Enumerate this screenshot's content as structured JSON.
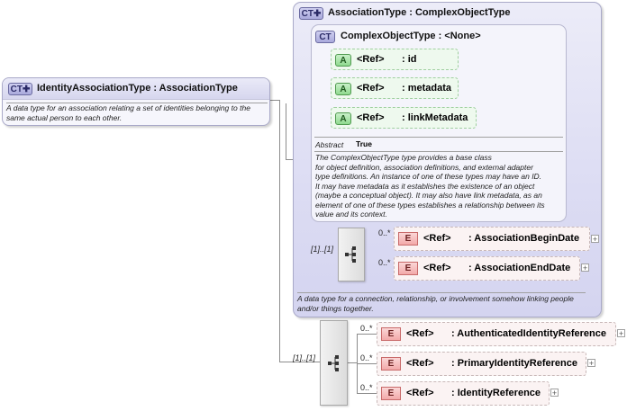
{
  "identity": {
    "badge": "CT",
    "title": "IdentityAssociationType : AssociationType",
    "doc": "A data type for an association relating a set of identities belonging to the same actual person to each other."
  },
  "association": {
    "badge": "CT",
    "title": "AssociationType : ComplexObjectType",
    "doc": "A data type for a connection, relationship, or involvement somehow linking people and/or things together."
  },
  "complex_object": {
    "badge": "CT",
    "title": "ComplexObjectType : <None>",
    "attributes": [
      {
        "badge": "A",
        "ref": "<Ref>",
        "name": ": id"
      },
      {
        "badge": "A",
        "ref": "<Ref>",
        "name": ": metadata"
      },
      {
        "badge": "A",
        "ref": "<Ref>",
        "name": ": linkMetadata"
      }
    ],
    "abstract_label": "Abstract",
    "abstract_value": "True",
    "doc_lines": [
      "The ComplexObjectType type provides a base class",
      "for object definition, association definitions, and external adapter",
      "type definitions. An instance of one of these types may have an ID.",
      "It may have metadata as it establishes the existence of an object",
      "(maybe a conceptual object). It may also have link metadata, as an",
      "element of one of these types establishes a relationship between its",
      "value and its context."
    ]
  },
  "assoc_sequence": {
    "multiplicity": "[1]..[1]",
    "elements": [
      {
        "badge": "E",
        "card": "0..*",
        "ref": "<Ref>",
        "name": ": AssociationBeginDate",
        "expand": "+"
      },
      {
        "badge": "E",
        "card": "0..*",
        "ref": "<Ref>",
        "name": ": AssociationEndDate",
        "expand": "+"
      }
    ]
  },
  "identity_sequence": {
    "multiplicity": "[1]..[1]",
    "elements": [
      {
        "badge": "E",
        "card": "0..*",
        "ref": "<Ref>",
        "name": ": AuthenticatedIdentityReference",
        "expand": "+"
      },
      {
        "badge": "E",
        "card": "0..*",
        "ref": "<Ref>",
        "name": ": PrimaryIdentityReference",
        "expand": "+"
      },
      {
        "badge": "E",
        "card": "0..*",
        "ref": "<Ref>",
        "name": ": IdentityReference",
        "expand": "+"
      }
    ]
  }
}
